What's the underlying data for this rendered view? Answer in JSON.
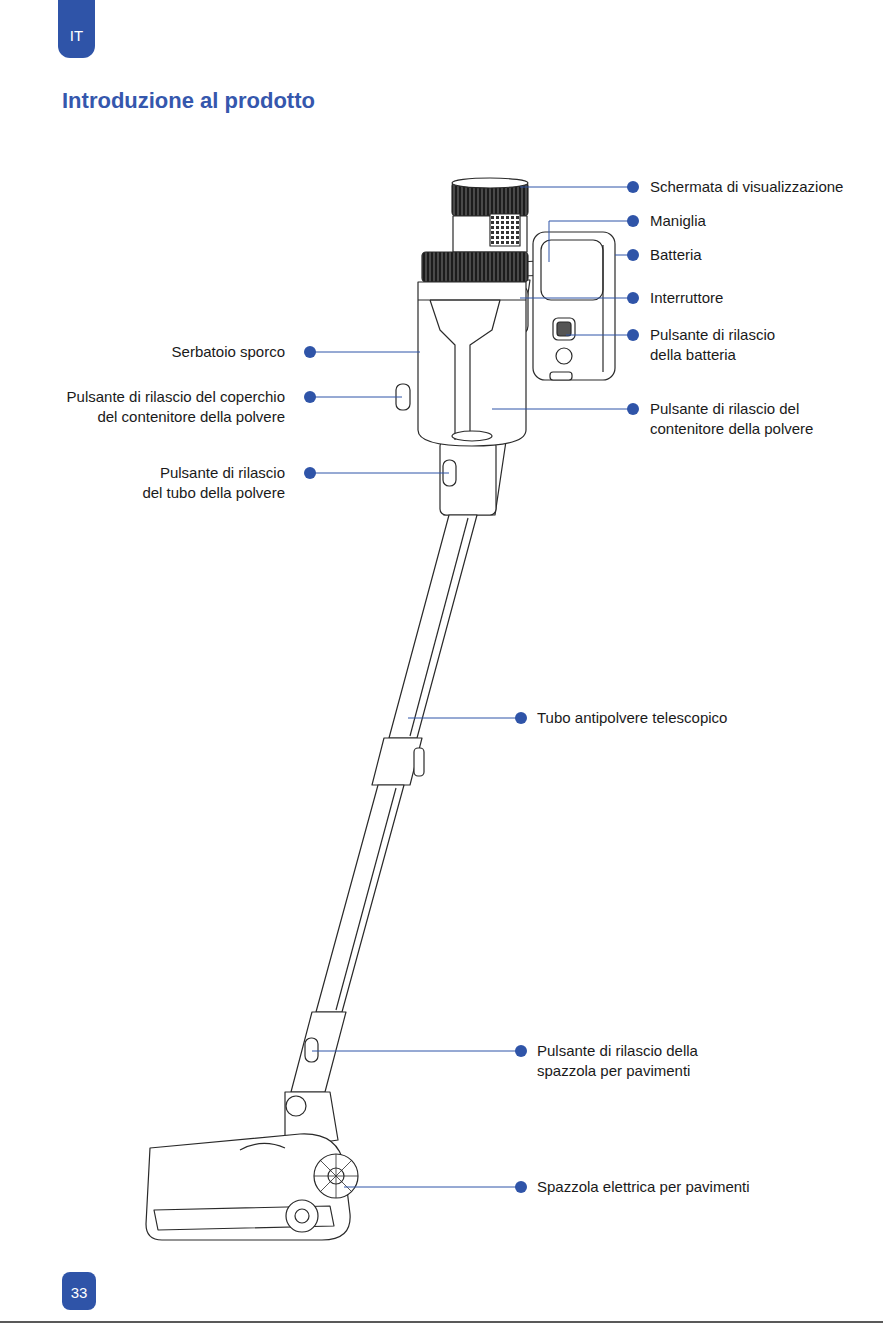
{
  "diagram": {
    "title": "Introduzione al prodotto",
    "nodes": [
      {
        "text": [
          "IT"
        ]
      },
      {
        "text": [
          "33"
        ]
      }
    ],
    "labels": [
      "Schermata di visualizzazione",
      "Maniglia",
      "Batteria",
      "Interruttore",
      "Serbatoio sporco",
      "Pulsante di rilascio della batteria",
      "Pulsante di rilascio del coperchio del contenitore della polvere",
      "Pulsante di rilascio del contenitore della polvere",
      "Pulsante di rilascio del tubo della polvere",
      "Tubo antipolvere telescopico",
      "Pulsante di rilascio della spazzola per pavimenti",
      "Spazzola elettrica per pavimenti"
    ]
  }
}
